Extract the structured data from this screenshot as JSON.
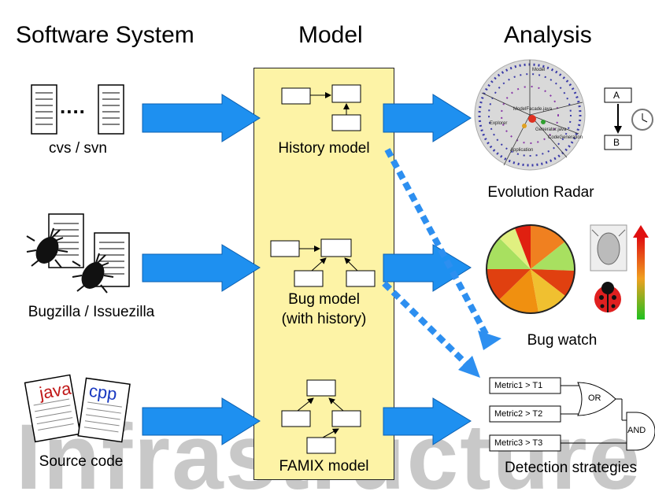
{
  "headings": {
    "software": "Software System",
    "model": "Model",
    "analysis": "Analysis"
  },
  "watermark": "Infrastructure",
  "sources": {
    "cvs": "cvs / svn",
    "bugzilla": "Bugzilla / Issuezilla",
    "source": "Source code",
    "java": "java",
    "cpp": "cpp",
    "dots": "...."
  },
  "models": {
    "history": "History model",
    "bug_line1": "Bug model",
    "bug_line2": "(with history)",
    "famix": "FAMIX model"
  },
  "analysis": {
    "evolution": "Evolution Radar",
    "bugwatch": "Bug watch",
    "detection": "Detection strategies",
    "box_a": "A",
    "box_b": "B",
    "radar_labels": [
      "Model",
      "ModelFacade.java",
      "Explorer",
      "Generator.java",
      "CodeGeneration",
      "Application"
    ],
    "metrics": [
      "Metric1 > T1",
      "Metric2 > T2",
      "Metric3 > T3"
    ],
    "or_gate": "OR",
    "and_gate": "AND"
  },
  "colors": {
    "arrow": "#1e90f0",
    "panel": "#fdf3a6",
    "dashed": "#2d8ff0",
    "watermark": "#c8c8c8"
  }
}
